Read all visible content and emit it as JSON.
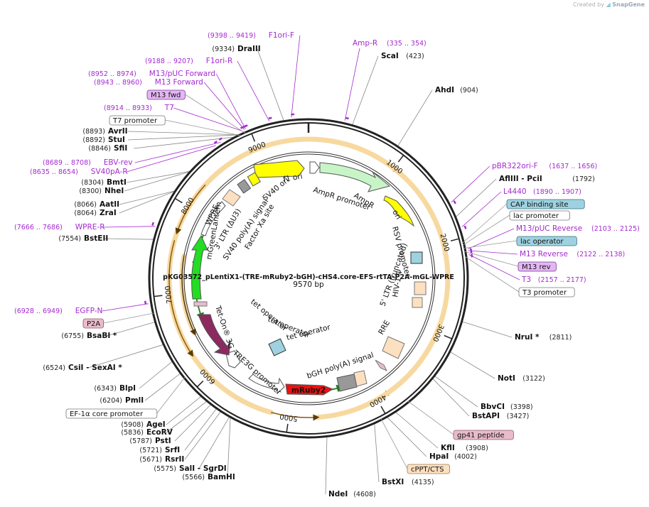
{
  "credit": {
    "prefix": "Created by",
    "brand": "SnapGene"
  },
  "plasmid": {
    "name": "pKG03572_pLentiX1-(TRE-mRuby2-bGH)-cHS4.core-EFS-rtTA-P2A-mGL-WPRE",
    "size_label": "9570 bp",
    "length": 9570
  },
  "ticks": [
    {
      "pos": 1000,
      "label": "1000"
    },
    {
      "pos": 2000,
      "label": "2000"
    },
    {
      "pos": 3000,
      "label": "3000"
    },
    {
      "pos": 4000,
      "label": "4000"
    },
    {
      "pos": 5000,
      "label": "5000"
    },
    {
      "pos": 6000,
      "label": "6000"
    },
    {
      "pos": 7000,
      "label": "7000"
    },
    {
      "pos": 8000,
      "label": "8000"
    },
    {
      "pos": 9000,
      "label": "9000"
    }
  ],
  "sites": [
    {
      "name": "DraIII",
      "pos_label": "(9334)",
      "pos": 9334
    },
    {
      "name": "ScaI",
      "pos_label": "(423)",
      "pos": 423
    },
    {
      "name": "AhdI",
      "pos_label": "(904)",
      "pos": 904
    },
    {
      "name": "AflIII  - PciI",
      "pos_label": "(1792)",
      "pos": 1792
    },
    {
      "name": "NruI *",
      "pos_label": "(2811)",
      "pos": 2811
    },
    {
      "name": "NotI",
      "pos_label": "(3122)",
      "pos": 3122
    },
    {
      "name": "BbvCI",
      "pos_label": "(3398)",
      "pos": 3398
    },
    {
      "name": "BstAPI",
      "pos_label": "(3427)",
      "pos": 3427
    },
    {
      "name": "KflI",
      "pos_label": "(3908)",
      "pos": 3908
    },
    {
      "name": "HpaI",
      "pos_label": "(4002)",
      "pos": 4002
    },
    {
      "name": "BstXI",
      "pos_label": "(4135)",
      "pos": 4135
    },
    {
      "name": "NdeI",
      "pos_label": "(4608)",
      "pos": 4608
    },
    {
      "name": "BamHI",
      "pos_label": "(5566)",
      "pos": 5566
    },
    {
      "name": "SalI  - SgrDI",
      "pos_label": "(5575)",
      "pos": 5575
    },
    {
      "name": "RsrII",
      "pos_label": "(5671)",
      "pos": 5671
    },
    {
      "name": "SrfI",
      "pos_label": "(5721)",
      "pos": 5721
    },
    {
      "name": "PstI",
      "pos_label": "(5787)",
      "pos": 5787
    },
    {
      "name": "EcoRV",
      "pos_label": "(5836)",
      "pos": 5836
    },
    {
      "name": "AgeI",
      "pos_label": "(5908)",
      "pos": 5908
    },
    {
      "name": "PmlI",
      "pos_label": "(6204)",
      "pos": 6204
    },
    {
      "name": "BlpI",
      "pos_label": "(6343)",
      "pos": 6343
    },
    {
      "name": "CsiI  - SexAI *",
      "pos_label": "(6524)",
      "pos": 6524
    },
    {
      "name": "BsaBI *",
      "pos_label": "(6755)",
      "pos": 6755
    },
    {
      "name": "BstEII",
      "pos_label": "(7554)",
      "pos": 7554
    },
    {
      "name": "ZraI",
      "pos_label": "(8064)",
      "pos": 8064
    },
    {
      "name": "AatII",
      "pos_label": "(8066)",
      "pos": 8066
    },
    {
      "name": "NheI",
      "pos_label": "(8300)",
      "pos": 8300
    },
    {
      "name": "BmtI",
      "pos_label": "(8304)",
      "pos": 8304
    },
    {
      "name": "SfiI",
      "pos_label": "(8846)",
      "pos": 8846
    },
    {
      "name": "StuI",
      "pos_label": "(8892)",
      "pos": 8892
    },
    {
      "name": "AvrII",
      "pos_label": "(8893)",
      "pos": 8893
    }
  ],
  "primers": [
    {
      "name": "F1ori-F",
      "range": "(9398 .. 9419)",
      "pos": 9408
    },
    {
      "name": "Amp-R",
      "range": "(335 .. 354)",
      "pos": 345
    },
    {
      "name": "F1ori-R",
      "range": "(9188 .. 9207)",
      "pos": 9198
    },
    {
      "name": "M13/pUC Forward",
      "range": "(8952 .. 8974)",
      "pos": 8963
    },
    {
      "name": "M13 Forward",
      "range": "(8943 .. 8960)",
      "pos": 8951
    },
    {
      "name": "T7",
      "range": "(8914 .. 8933)",
      "pos": 8924
    },
    {
      "name": "EBV-rev",
      "range": "(8689 .. 8708)",
      "pos": 8698
    },
    {
      "name": "SV40pA-R",
      "range": "(8635 .. 8654)",
      "pos": 8644
    },
    {
      "name": "WPRE-R",
      "range": "(7666 .. 7686)",
      "pos": 7676
    },
    {
      "name": "EGFP-N",
      "range": "(6928 .. 6949)",
      "pos": 6938
    },
    {
      "name": "pBR322ori-F",
      "range": "(1637 .. 1656)",
      "pos": 1646
    },
    {
      "name": "L4440",
      "range": "(1890 .. 1907)",
      "pos": 1898
    },
    {
      "name": "M13/pUC Reverse",
      "range": "(2103 .. 2125)",
      "pos": 2114
    },
    {
      "name": "M13 Reverse",
      "range": "(2122 .. 2138)",
      "pos": 2130
    },
    {
      "name": "T3",
      "range": "(2157 .. 2177)",
      "pos": 2167
    }
  ],
  "boxed_labels": [
    {
      "text": "M13 fwd",
      "style": "primer",
      "pos": 8950
    },
    {
      "text": "T7 promoter",
      "style": "plain",
      "pos": 8900
    },
    {
      "text": "CAP binding site",
      "style": "blue",
      "pos": 2050
    },
    {
      "text": "lac promoter",
      "style": "plain",
      "pos": 2070
    },
    {
      "text": "lac operator",
      "style": "blue",
      "pos": 2100
    },
    {
      "text": "M13 rev",
      "style": "primer",
      "pos": 2130
    },
    {
      "text": "T3 promoter",
      "style": "plain",
      "pos": 2180
    },
    {
      "text": "P2A",
      "style": "pink",
      "pos": 6840
    },
    {
      "text": "EF-1α core promoter",
      "style": "plain",
      "pos": 6150
    },
    {
      "text": "gp41 peptide",
      "style": "pink",
      "pos": 3750
    },
    {
      "text": "cPPT/CTS",
      "style": "orange",
      "pos": 4060
    }
  ],
  "inner_labels": [
    {
      "text": "f1 ori"
    },
    {
      "text": "AmpR promoter"
    },
    {
      "text": "AmpR"
    },
    {
      "text": "ori"
    },
    {
      "text": "RSV promoter"
    },
    {
      "text": "5' LTR (truncated)"
    },
    {
      "text": "HIV-1 Ψ"
    },
    {
      "text": "RRE"
    },
    {
      "text": "bGH poly(A) signal"
    },
    {
      "text": "mRuby2"
    },
    {
      "text": "tet operator"
    },
    {
      "text": "tet operator"
    },
    {
      "text": "tet operator"
    },
    {
      "text": "TRE3G promoter"
    },
    {
      "text": "Tet-On® 3G"
    },
    {
      "text": "mGreenLantern"
    },
    {
      "text": "WPRE"
    },
    {
      "text": "3' LTR (ΔU3)"
    },
    {
      "text": "SV40 poly(A) signal"
    },
    {
      "text": "Factor Xa site"
    },
    {
      "text": "SV40 ori"
    }
  ],
  "colors": {
    "backbone": "#222222",
    "primer": "#a52ad0",
    "ori": "#ffff00",
    "ampr": "#c8f5c8",
    "mruby": "#ee1111",
    "mgl": "#22dd22",
    "teton": "#8b2a5e",
    "orf_ring": "#f0a830",
    "ltr": "#fde0c0",
    "box_blue": "#9fd2e0",
    "box_pink": "#e9bccb",
    "box_primer": "#e3b7f2",
    "box_orange": "#fde0c0"
  }
}
